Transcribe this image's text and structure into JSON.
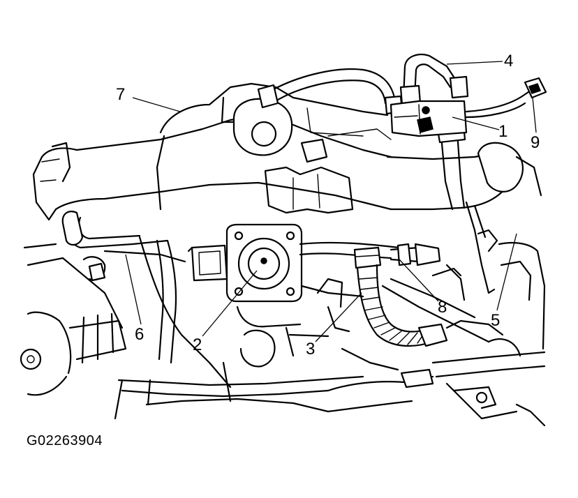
{
  "figure_id": "G02263904",
  "callouts": [
    {
      "label": "1"
    },
    {
      "label": "2"
    },
    {
      "label": "3"
    },
    {
      "label": "4"
    },
    {
      "label": "5"
    },
    {
      "label": "6"
    },
    {
      "label": "7"
    },
    {
      "label": "8"
    },
    {
      "label": "9"
    }
  ]
}
